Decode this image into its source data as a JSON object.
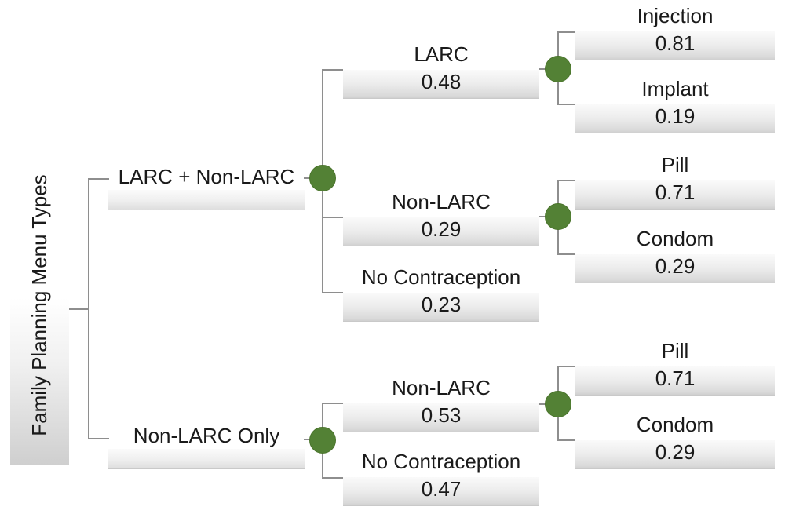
{
  "diagram_title": "Family Planning Menu Types",
  "colors": {
    "branch_dot_green": "#538135",
    "connector_gray": "#8e8e8e",
    "node_bar_gradient_top": "#fafafa",
    "node_bar_gradient_bottom": "#cfcfcf",
    "text": "#1a1a1a"
  },
  "tree": {
    "root": {
      "label": "Family Planning Menu Types",
      "children": [
        {
          "label": "LARC + Non-LARC",
          "children": [
            {
              "label": "LARC",
              "value": "0.48",
              "children": [
                {
                  "label": "Injection",
                  "value": "0.81"
                },
                {
                  "label": "Implant",
                  "value": "0.19"
                }
              ]
            },
            {
              "label": "Non-LARC",
              "value": "0.29",
              "children": [
                {
                  "label": "Pill",
                  "value": "0.71"
                },
                {
                  "label": "Condom",
                  "value": "0.29"
                }
              ]
            },
            {
              "label": "No Contraception",
              "value": "0.23"
            }
          ]
        },
        {
          "label": "Non-LARC Only",
          "children": [
            {
              "label": "Non-LARC",
              "value": "0.53",
              "children": [
                {
                  "label": "Pill",
                  "value": "0.71"
                },
                {
                  "label": "Condom",
                  "value": "0.29"
                }
              ]
            },
            {
              "label": "No Contraception",
              "value": "0.47"
            }
          ]
        }
      ]
    }
  }
}
